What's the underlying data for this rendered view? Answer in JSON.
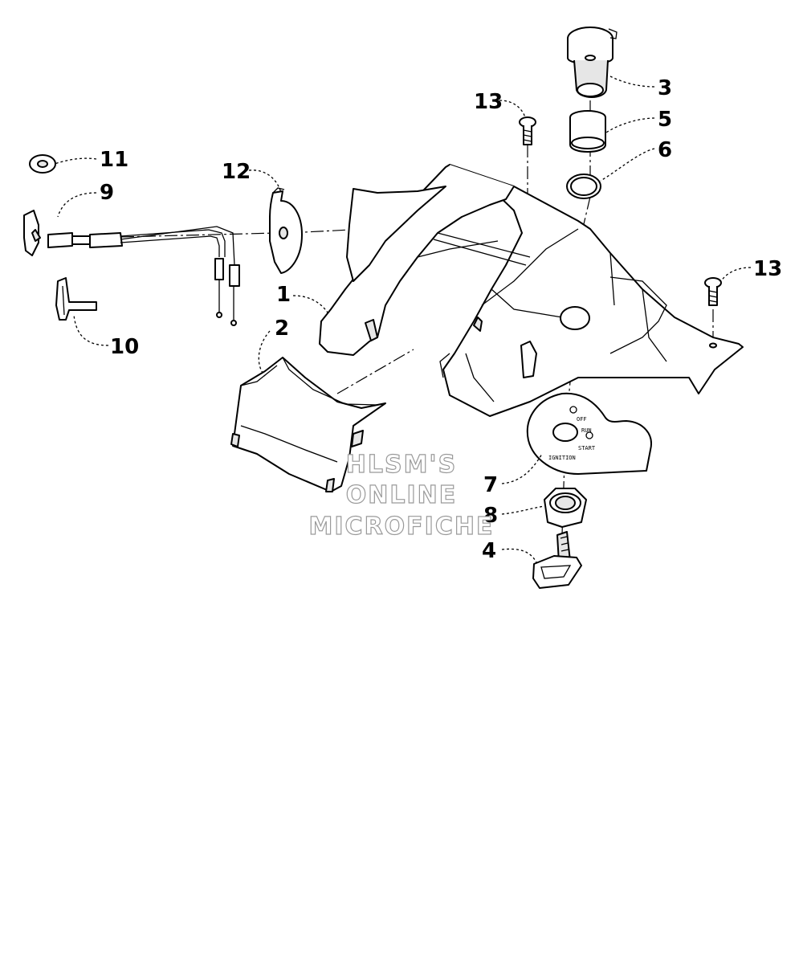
{
  "diagram": {
    "callouts": [
      "1",
      "2",
      "3",
      "4",
      "5",
      "6",
      "7",
      "8",
      "9",
      "10",
      "11",
      "12",
      "13",
      "13"
    ],
    "switch_plate": {
      "off": "OFF",
      "run": "RUN",
      "start": "START",
      "ignition": "IGNITION"
    },
    "watermark": [
      "HLSM'S",
      "ONLINE",
      "MICROFICHE"
    ]
  }
}
